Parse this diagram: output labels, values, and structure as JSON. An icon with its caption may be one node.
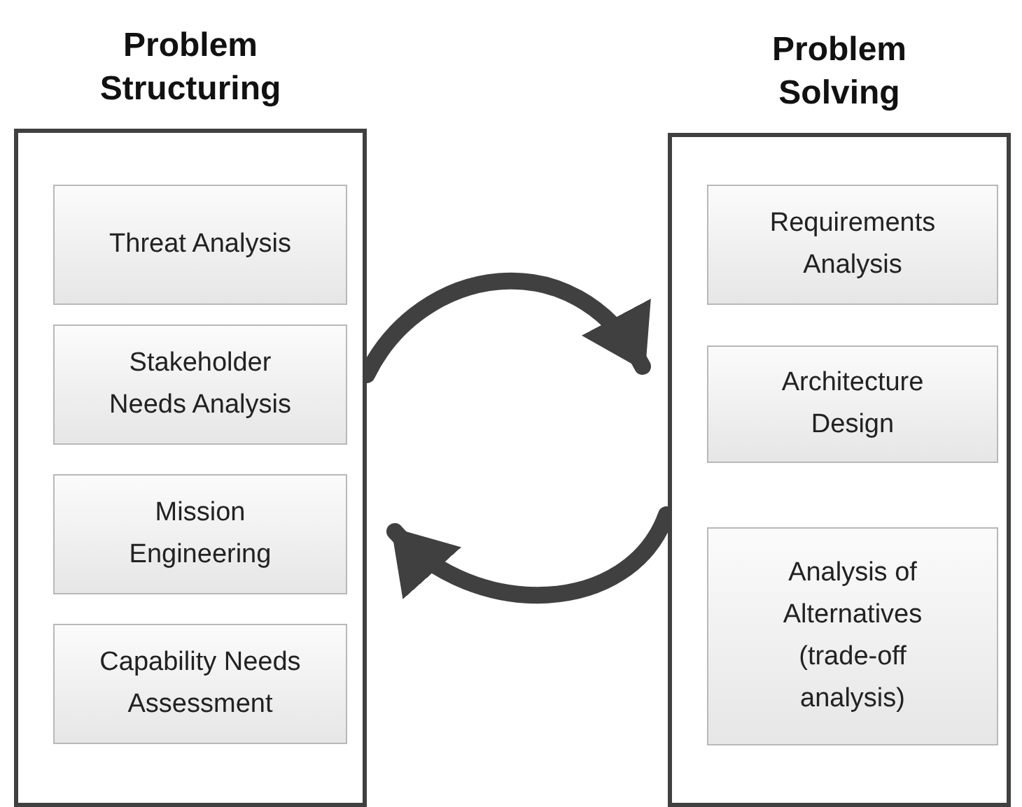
{
  "diagram": {
    "nodes": [
      {
        "text": [
          "Problem Structuring"
        ]
      },
      {
        "text": [
          "Threat Analysis"
        ],
        "in": 0
      },
      {
        "text": [
          "Stakeholder Needs Analysis"
        ],
        "in": 0
      },
      {
        "text": [
          "Mission Engineering"
        ],
        "in": 0
      },
      {
        "text": [
          "Capability Needs Assessment"
        ],
        "in": 0
      },
      {
        "text": [
          "Problem Solving"
        ]
      },
      {
        "text": [
          "Requirements Analysis"
        ],
        "in": 5
      },
      {
        "text": [
          "Architecture Design"
        ],
        "in": 5
      },
      {
        "text": [
          "Analysis of Alternatives (trade-off analysis)"
        ],
        "in": 5
      }
    ],
    "edges": [
      {
        "from": 0,
        "to": 5,
        "arrow": "to"
      },
      {
        "from": 5,
        "to": 0,
        "arrow": "to"
      }
    ]
  }
}
